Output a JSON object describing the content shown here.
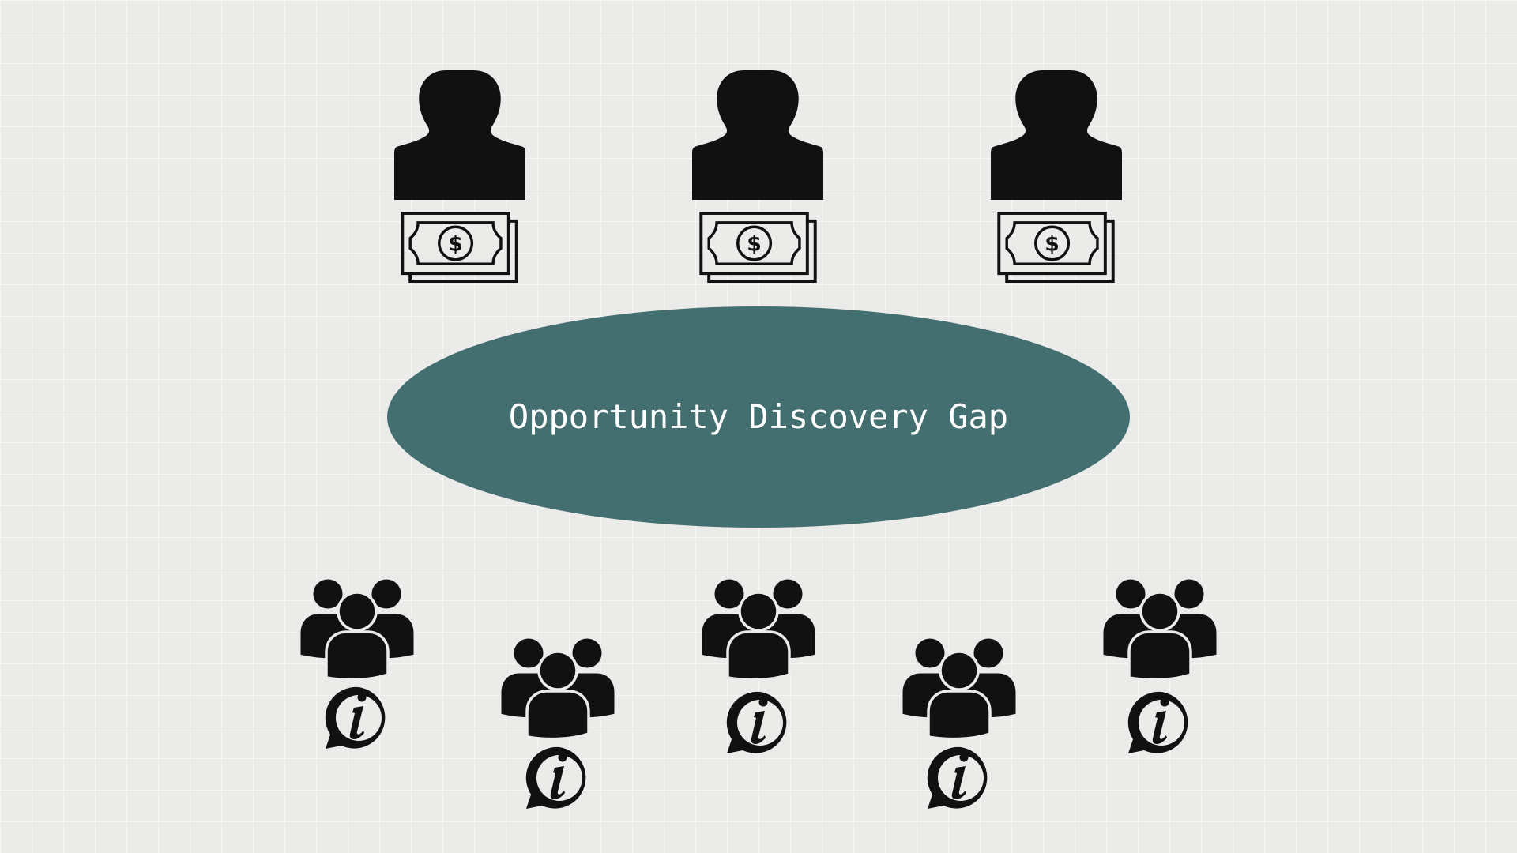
{
  "gap": {
    "label": "Opportunity Discovery Gap"
  },
  "investors": {
    "icon": "investor-person-icon",
    "money_icon": "banknote-dollar-icon",
    "count": 3
  },
  "groups": {
    "icon": "user-group-icon",
    "info_icon": "info-speech-bubble-icon",
    "count": 5
  },
  "colors": {
    "background": "#ebebe9",
    "ellipse_fill": "#446f70",
    "icon": "#111111",
    "label": "#ffffff"
  }
}
